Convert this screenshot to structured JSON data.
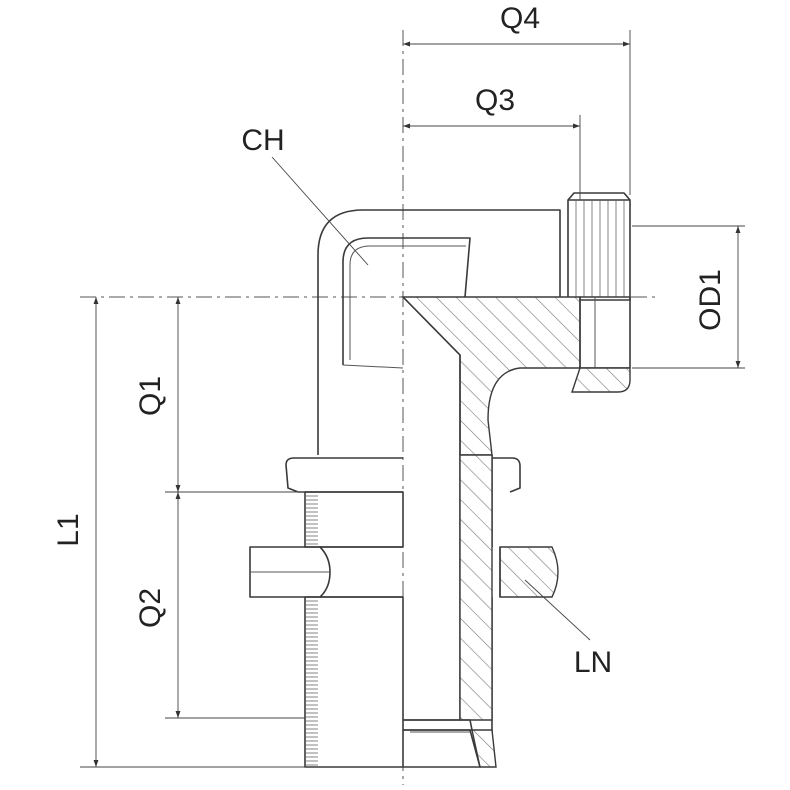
{
  "labels": {
    "q4": "Q4",
    "q3": "Q3",
    "ch": "CH",
    "od1": "OD1",
    "q1": "Q1",
    "l1": "L1",
    "q2": "Q2",
    "ln": "LN"
  },
  "colors": {
    "line": "#3a3a3a",
    "hatch": "#7a7a7a",
    "text": "#222222",
    "background": "#ffffff"
  }
}
